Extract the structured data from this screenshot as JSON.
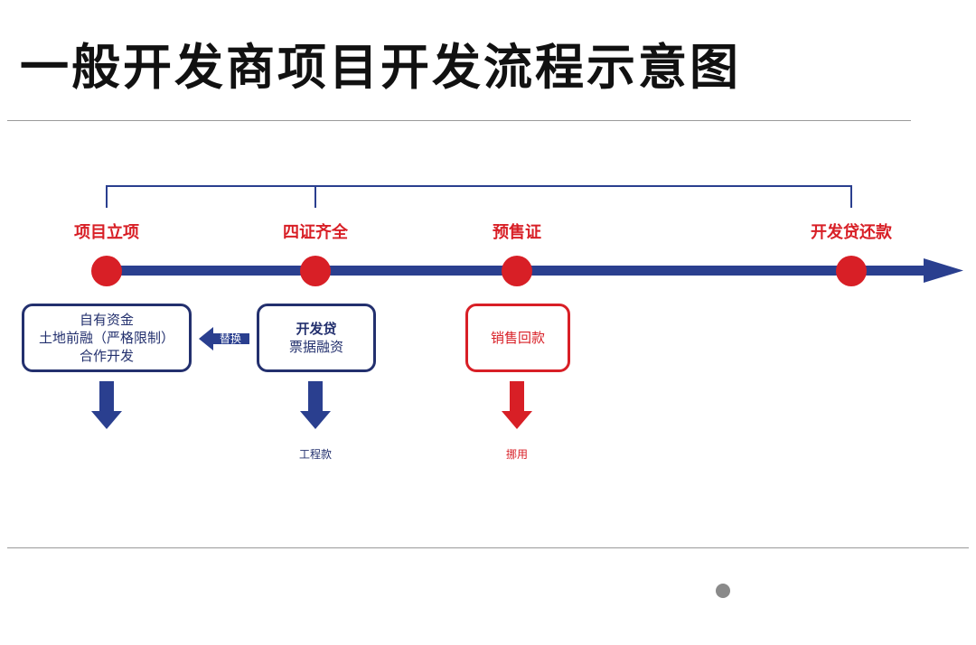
{
  "title": "一般开发商项目开发流程示意图",
  "milestones": [
    {
      "label": "项目立项"
    },
    {
      "label": "四证齐全"
    },
    {
      "label": "预售证"
    },
    {
      "label": "开发贷还款"
    }
  ],
  "boxes": {
    "self_funding": {
      "lines": [
        "自有资金",
        "土地前融（严格限制）",
        "合作开发"
      ]
    },
    "dev_loan": {
      "title": "开发贷",
      "subtitle": "票据融资"
    },
    "sales": {
      "label": "销售回款"
    }
  },
  "replace_label": "替换",
  "flow_labels": {
    "engineering": "工程款",
    "misuse": "挪用"
  },
  "colors": {
    "navy": "#23306e",
    "red": "#d81f26",
    "timeline": "#2a3f8f"
  }
}
